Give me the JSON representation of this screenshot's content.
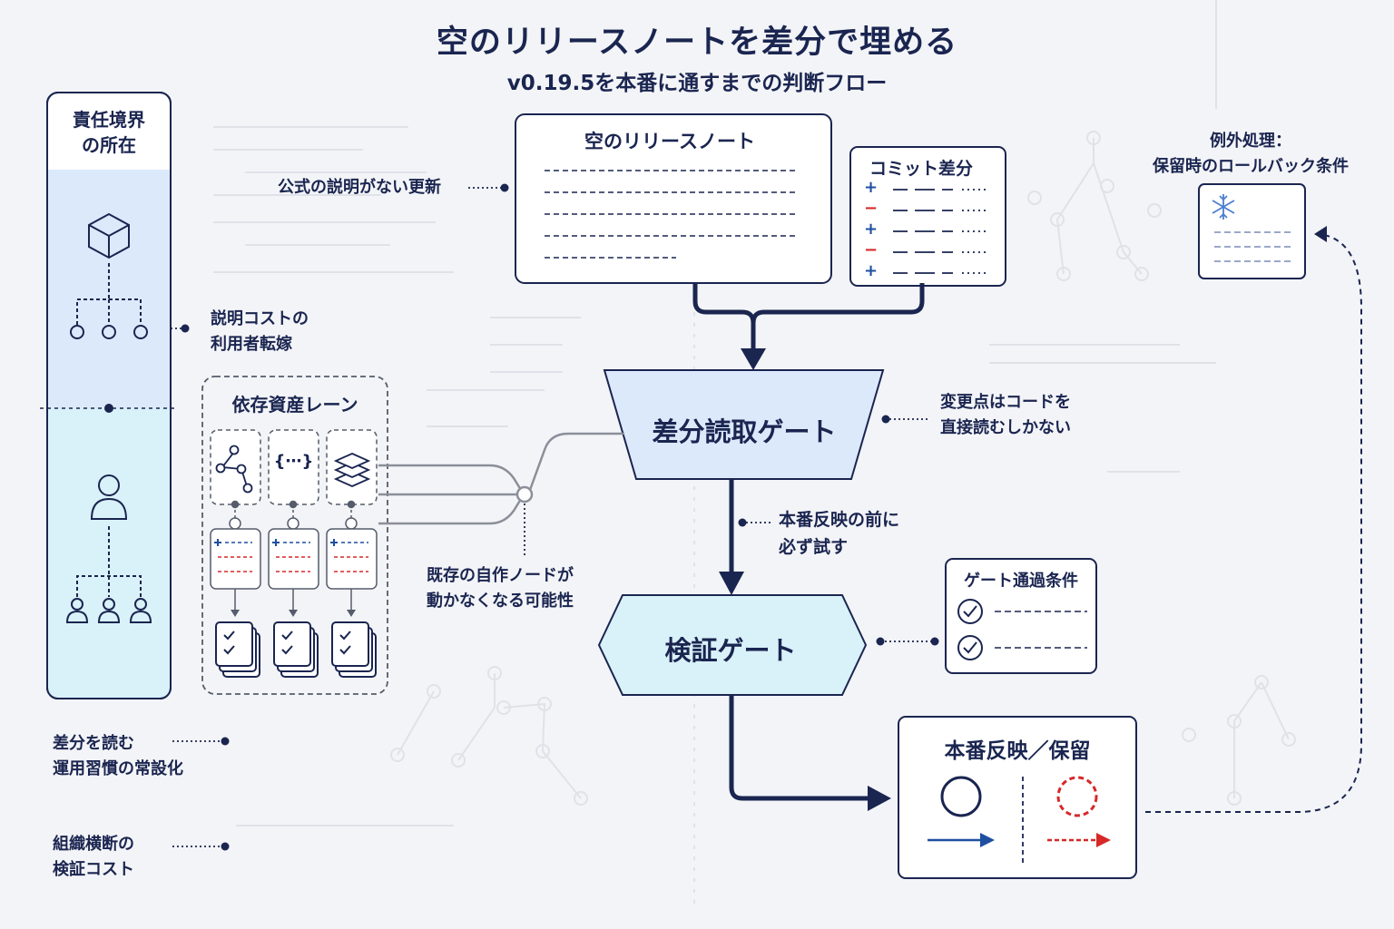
{
  "title": "空のリリースノートを差分で埋める",
  "subtitle": "v0.19.5を本番に通すまでの判断フロー",
  "responsibility": {
    "title_line1": "責任境界",
    "title_line2": "の所在"
  },
  "annotations": {
    "no_official_desc": "公式の説明がない更新",
    "cost_transfer_line1": "説明コストの",
    "cost_transfer_line2": "利用者転嫁",
    "change_points_line1": "変更点はコードを",
    "change_points_line2": "直接読むしかない",
    "before_prod_line1": "本番反映の前に",
    "before_prod_line2": "必ず試す",
    "existing_nodes_line1": "既存の自作ノードが",
    "existing_nodes_line2": "動かなくなる可能性",
    "habit_line1": "差分を読む",
    "habit_line2": "運用習慣の常設化",
    "org_cost_line1": "組織横断の",
    "org_cost_line2": "検証コスト"
  },
  "release_note": {
    "title": "空のリリースノート"
  },
  "commit_diff": {
    "title": "コミット差分",
    "symbols": [
      "+",
      "−",
      "+",
      "−",
      "+"
    ]
  },
  "deps": {
    "title": "依存資産レーン",
    "code_icon": "{⋯}"
  },
  "gates": {
    "diff_read": "差分読取ゲート",
    "verify": "検証ゲート"
  },
  "pass_conditions": {
    "title": "ゲート通過条件"
  },
  "deploy": {
    "title": "本番反映／保留"
  },
  "exception": {
    "title_line1": "例外処理：",
    "title_line2": "保留時のロールバック条件"
  },
  "colors": {
    "navy": "#1a2550",
    "blue": "#1f4fa0",
    "red": "#d62828",
    "gray_line": "#8a8f99",
    "panel_blue": "#dce9fb",
    "panel_cyan": "#d9f1f8"
  },
  "icons": [
    "cube-icon",
    "hierarchy-icon",
    "user-icon",
    "team-icon",
    "graph-icon",
    "code-icon",
    "layers-icon",
    "checklist-icon",
    "check-circle-icon",
    "snowflake-icon"
  ]
}
